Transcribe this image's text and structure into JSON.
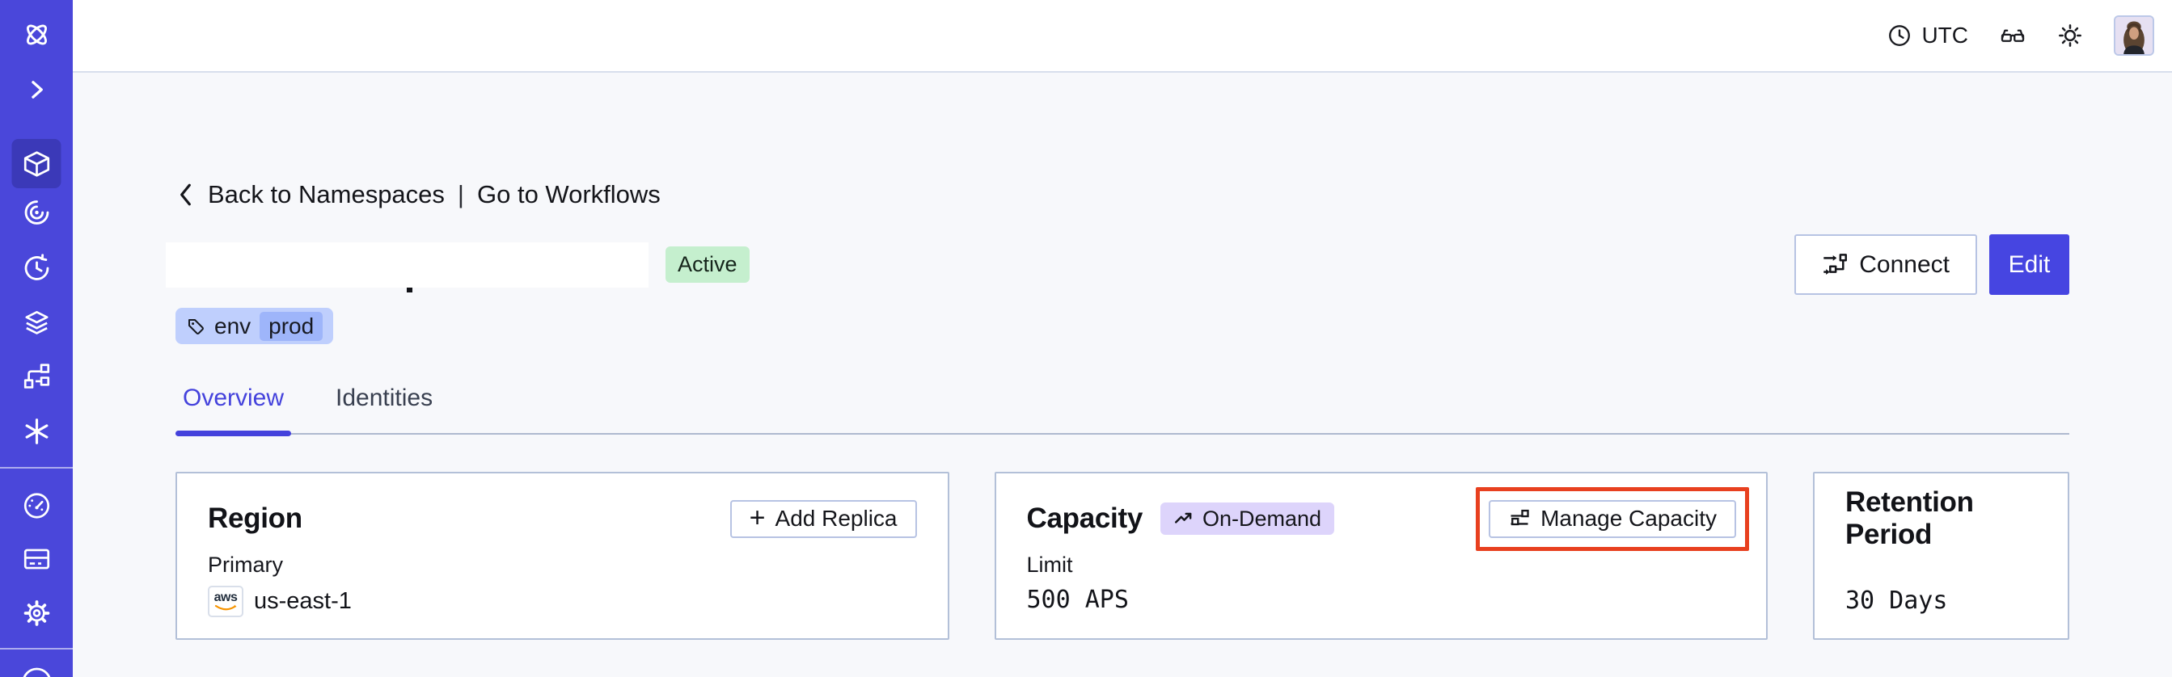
{
  "colors": {
    "sidebar": "#4A47DA",
    "sidebar_active": "#3B39B8",
    "accent_indigo": "#4442DC",
    "edit_button": "#4645E1",
    "highlight_red": "#E8401F",
    "active_badge_bg": "#C5EFCE",
    "tag_chip_bg": "#BFCFFD",
    "tag_value_bg": "#9EB5FA",
    "on_demand_badge_bg": "#DDD4FB",
    "card_border": "#B3C0D8",
    "content_bg": "#F7F8FB"
  },
  "sidebar": {
    "items": [
      {
        "icon": "temporal-logo-icon"
      },
      {
        "icon": "chevron-right-icon"
      },
      {
        "icon": "namespaces-cube-icon",
        "active": true
      },
      {
        "icon": "workflows-eye-icon"
      },
      {
        "icon": "schedules-clock-icon"
      },
      {
        "icon": "deployments-layers-icon"
      },
      {
        "icon": "batch-branch-icon"
      },
      {
        "icon": "nexus-asterisk-icon"
      },
      {
        "icon": "usage-gauge-icon"
      },
      {
        "icon": "billing-card-icon"
      },
      {
        "icon": "settings-gear-icon"
      },
      {
        "icon": "account-circle-icon"
      }
    ]
  },
  "topbar": {
    "timezone": "UTC",
    "icons": [
      "clock-icon",
      "glasses-icon",
      "sun-icon",
      "avatar"
    ]
  },
  "breadcrumb": {
    "back": "Back to Namespaces",
    "separator": "|",
    "forward": "Go to Workflows"
  },
  "header": {
    "status_badge": "Active",
    "tag": {
      "key": "env",
      "value": "prod"
    },
    "connect_label": "Connect",
    "edit_label": "Edit"
  },
  "tabs": [
    {
      "label": "Overview",
      "active": true
    },
    {
      "label": "Identities",
      "active": false
    }
  ],
  "cards": {
    "region": {
      "title": "Region",
      "action_icon": "+",
      "action_label": "Add Replica",
      "label": "Primary",
      "provider": "aws",
      "value": "us-east-1"
    },
    "capacity": {
      "title": "Capacity",
      "badge_label": "On-Demand",
      "action_label": "Manage Capacity",
      "label": "Limit",
      "value": "500 APS",
      "action_highlighted": true
    },
    "retention": {
      "title": "Retention Period",
      "value": "30 Days"
    }
  }
}
